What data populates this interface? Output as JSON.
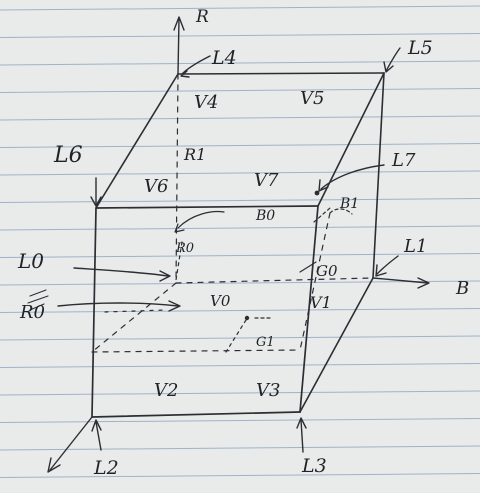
{
  "paper": {
    "background": "#e9eaea",
    "rule_color": "#9fb3c8",
    "ink_color": "#2b2e33"
  },
  "axes": {
    "r": "R",
    "b": "B"
  },
  "corner_labels": {
    "l0": "L0",
    "l1": "L1",
    "l2": "L2",
    "l3": "L3",
    "l4": "L4",
    "l5": "L5",
    "l6": "L6",
    "l7": "L7",
    "r0": "R0"
  },
  "vertices": {
    "v0": "V0",
    "v1": "V1",
    "v2": "V2",
    "v3": "V3",
    "v4": "V4",
    "v5": "V5",
    "v6": "V6",
    "v7": "V7"
  },
  "inner_labels": {
    "r1": "R1",
    "b0": "B0",
    "b1": "B1",
    "r0_small": "R0",
    "g0": "G0",
    "g1": "G1"
  }
}
